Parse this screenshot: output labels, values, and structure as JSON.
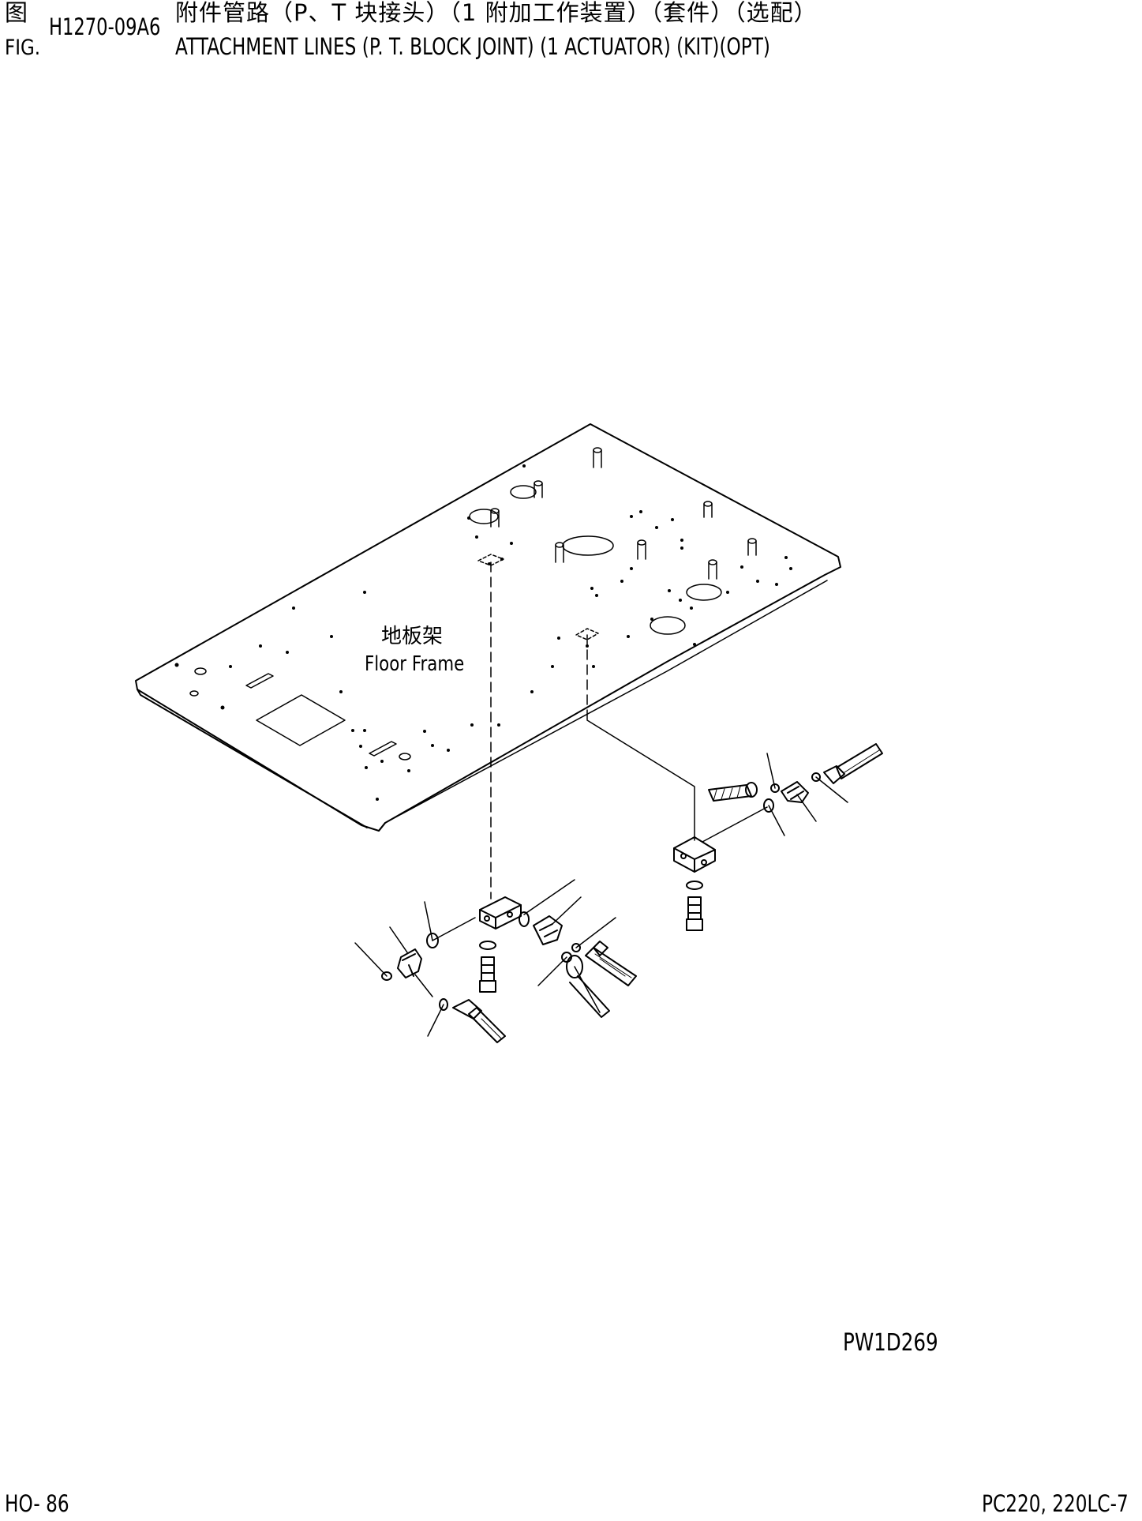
{
  "header": {
    "fig_label_cn": "图",
    "fig_label_en": "FIG.",
    "fig_code": "H1270-09A6",
    "title_cn": "附件管路（P、T 块接头）（1 附加工作装置）（套件）（选配）",
    "title_en": "ATTACHMENT LINES (P. T. BLOCK JOINT) (1 ACTUATOR) (KIT)(OPT)"
  },
  "drawing": {
    "label_cn": "地板架",
    "label_en": "Floor Frame",
    "drawing_id": "PW1D269"
  },
  "footer": {
    "page": "HO- 86",
    "model": "PC220, 220LC-7"
  }
}
